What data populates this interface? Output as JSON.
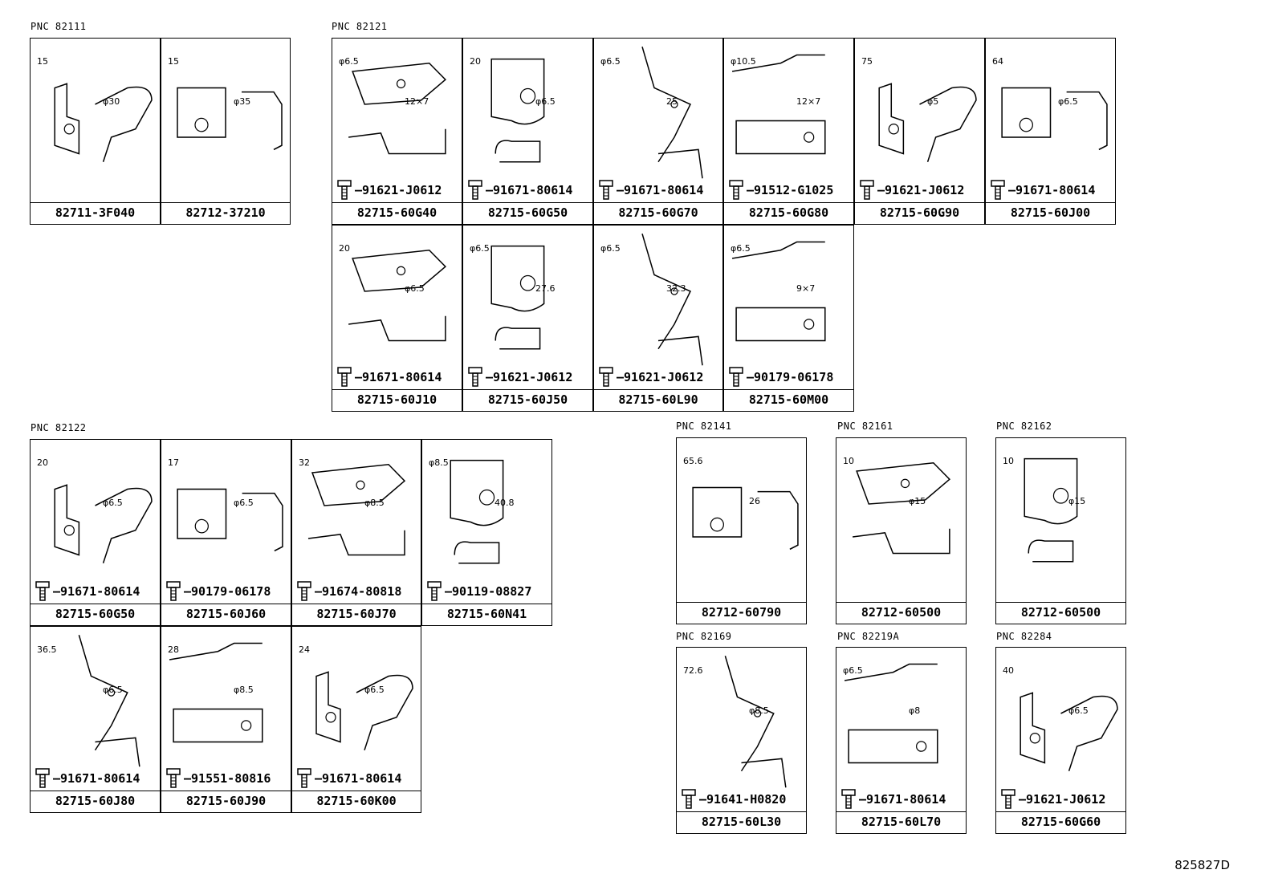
{
  "groups": [
    {
      "pnc": "PNC 82111",
      "cells": [
        {
          "part": "82711-3F040",
          "bolt": "",
          "dims": [
            "15",
            "φ30"
          ]
        },
        {
          "part": "82712-37210",
          "bolt": "",
          "dims": [
            "15",
            "φ35"
          ]
        }
      ]
    },
    {
      "pnc": "PNC 82121",
      "cells": [
        {
          "part": "82715-60G40",
          "bolt": "91621-J0612",
          "dims": [
            "φ6.5",
            "12×7"
          ]
        },
        {
          "part": "82715-60G50",
          "bolt": "91671-80614",
          "dims": [
            "20",
            "φ6.5"
          ]
        },
        {
          "part": "82715-60G70",
          "bolt": "91671-80614",
          "dims": [
            "φ6.5",
            "25"
          ]
        },
        {
          "part": "82715-60G80",
          "bolt": "91512-G1025",
          "dims": [
            "φ10.5",
            "12×7"
          ]
        },
        {
          "part": "82715-60G90",
          "bolt": "91621-J0612",
          "dims": [
            "75",
            "φ5"
          ]
        },
        {
          "part": "82715-60J00",
          "bolt": "91671-80614",
          "dims": [
            "64",
            "φ6.5"
          ]
        },
        {
          "part": "82715-60J10",
          "bolt": "91671-80614",
          "dims": [
            "20",
            "φ6.5"
          ]
        },
        {
          "part": "82715-60J50",
          "bolt": "91621-J0612",
          "dims": [
            "φ6.5",
            "27.6"
          ]
        },
        {
          "part": "82715-60L90",
          "bolt": "91621-J0612",
          "dims": [
            "φ6.5",
            "32.3"
          ]
        },
        {
          "part": "82715-60M00",
          "bolt": "90179-06178",
          "dims": [
            "φ6.5",
            "9×7"
          ]
        }
      ]
    },
    {
      "pnc": "PNC 82122",
      "cells": [
        {
          "part": "82715-60G50",
          "bolt": "91671-80614",
          "dims": [
            "20",
            "φ6.5"
          ]
        },
        {
          "part": "82715-60J60",
          "bolt": "90179-06178",
          "dims": [
            "17",
            "φ6.5"
          ]
        },
        {
          "part": "82715-60J70",
          "bolt": "91674-80818",
          "dims": [
            "32",
            "φ8.5"
          ]
        },
        {
          "part": "82715-60N41",
          "bolt": "90119-08827",
          "dims": [
            "φ8.5",
            "40.8"
          ]
        },
        {
          "part": "82715-60J80",
          "bolt": "91671-80614",
          "dims": [
            "36.5",
            "φ6.5"
          ]
        },
        {
          "part": "82715-60J90",
          "bolt": "91551-80816",
          "dims": [
            "28",
            "φ8.5"
          ]
        },
        {
          "part": "82715-60K00",
          "bolt": "91671-80614",
          "dims": [
            "24",
            "φ6.5"
          ]
        }
      ]
    },
    {
      "pnc": "PNC 82141",
      "cells": [
        {
          "part": "82712-60790",
          "bolt": "",
          "dims": [
            "65.6",
            "26"
          ]
        }
      ]
    },
    {
      "pnc": "PNC 82161",
      "cells": [
        {
          "part": "82712-60500",
          "bolt": "",
          "dims": [
            "10",
            "φ15"
          ]
        }
      ]
    },
    {
      "pnc": "PNC 82162",
      "cells": [
        {
          "part": "82712-60500",
          "bolt": "",
          "dims": [
            "10",
            "φ15"
          ]
        }
      ]
    },
    {
      "pnc": "PNC 82169",
      "cells": [
        {
          "part": "82715-60L30",
          "bolt": "91641-H0820",
          "dims": [
            "72.6",
            "φ8.5"
          ]
        }
      ]
    },
    {
      "pnc": "PNC 82219A",
      "cells": [
        {
          "part": "82715-60L70",
          "bolt": "91671-80614",
          "dims": [
            "φ6.5",
            "φ8"
          ]
        }
      ]
    },
    {
      "pnc": "PNC 82284",
      "cells": [
        {
          "part": "82715-60G60",
          "bolt": "91621-J0612",
          "dims": [
            "40",
            "φ6.5"
          ]
        }
      ]
    }
  ],
  "diagram_code": "825827D"
}
